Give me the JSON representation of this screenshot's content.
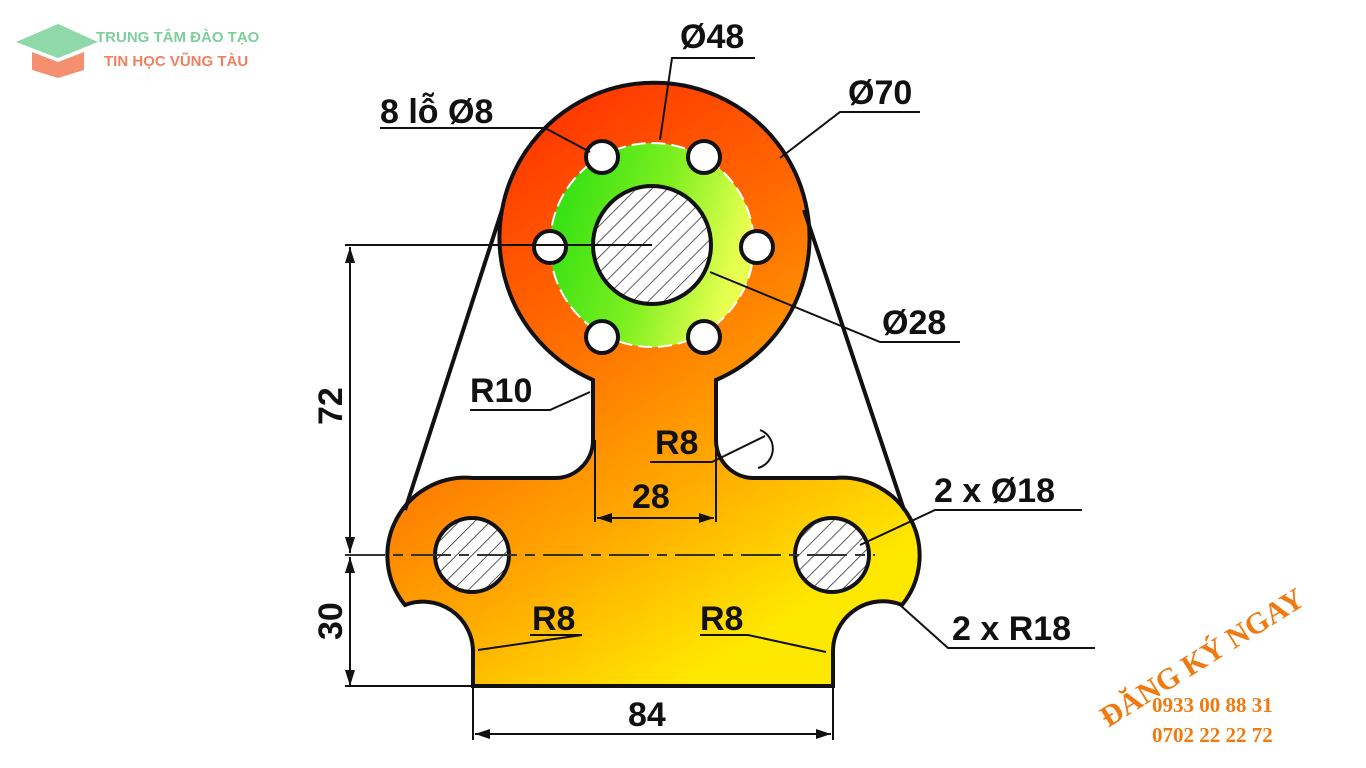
{
  "logo": {
    "line1": "TRUNG TÂM ĐÀO TẠO",
    "line2": "TIN HỌC VŨNG TÀU",
    "color_line1": "#7dcf9a",
    "color_line2": "#f08060",
    "icon": "graduation-cap-icon"
  },
  "dimensions": {
    "d48": "Ø48",
    "d70": "Ø70",
    "holes": "8 lỗ Ø8",
    "d28": "Ø28",
    "r10": "R10",
    "r8_neck": "R8",
    "w28": "28",
    "d18": "2 x Ø18",
    "h72": "72",
    "h30": "30",
    "r8_left": "R8",
    "r8_right": "R8",
    "r18": "2 x R18",
    "w84": "84"
  },
  "register": {
    "title": "ĐĂNG KÝ NGAY",
    "phone1": "0933 00 88 31",
    "phone2": "0702 22 22 72",
    "color": "#f07a10"
  },
  "colors": {
    "red": "#ff1a00",
    "orange": "#ff7a00",
    "yellow": "#ffe000",
    "green_light": "#d8ff40",
    "green": "#22dd10"
  }
}
